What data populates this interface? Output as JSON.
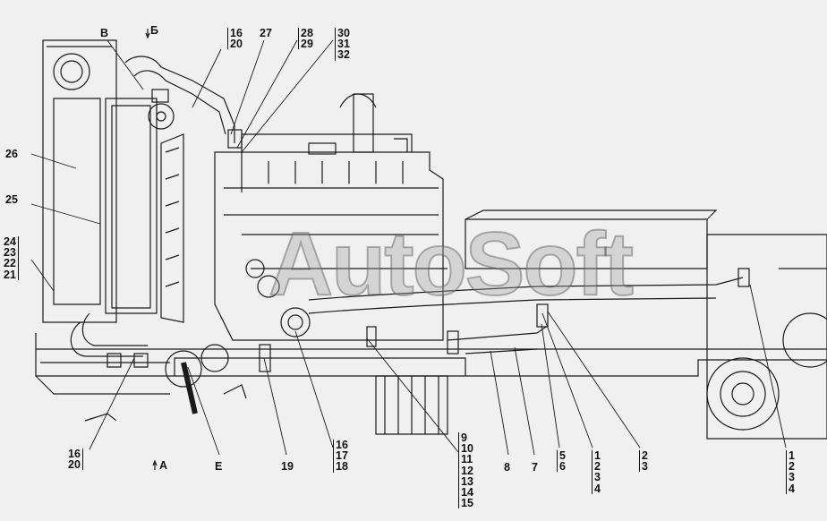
{
  "callouts": {
    "v": "В",
    "b": "Б",
    "a": "А",
    "e": "Е",
    "n19": "19",
    "n25": "25",
    "n26": "26",
    "n27": "27",
    "n7": "7",
    "n8": "8",
    "group_16_20_top": [
      "16",
      "20"
    ],
    "group_28_29": [
      "28",
      "29"
    ],
    "group_30_32": [
      "30",
      "31",
      "32"
    ],
    "group_24_21": [
      "24",
      "23",
      "22",
      "21"
    ],
    "group_16_20_bottom": [
      "16",
      "20"
    ],
    "group_16_18": [
      "16",
      "17",
      "18"
    ],
    "group_9_15": [
      "9",
      "10",
      "11",
      "12",
      "13",
      "14",
      "15"
    ],
    "group_5_6": [
      "5",
      "6"
    ],
    "group_1_4_mid": [
      "1",
      "2",
      "3",
      "4"
    ],
    "group_2_3": [
      "2",
      "3"
    ],
    "group_1_4_right": [
      "1",
      "2",
      "3",
      "4"
    ]
  },
  "watermark": "AutoSoft"
}
